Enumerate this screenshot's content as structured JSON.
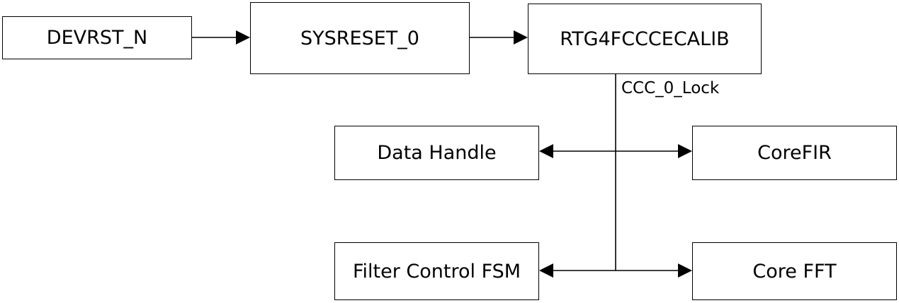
{
  "diagram": {
    "blocks": {
      "devrst": "DEVRST_N",
      "sysreset": "SYSRESET_0",
      "calib": "RTG4FCCCECALIB",
      "data_handle": "Data Handle",
      "corefir": "CoreFIR",
      "filter_fsm": "Filter Control FSM",
      "corefft": "Core FFT"
    },
    "signal_label": "CCC_0_Lock"
  }
}
